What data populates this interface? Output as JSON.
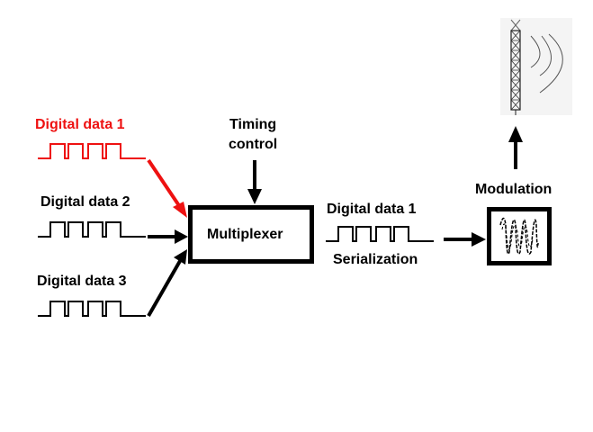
{
  "inputs": [
    {
      "label": "Digital data 1",
      "color": "#ee1111",
      "highlighted": true
    },
    {
      "label": "Digital data 2",
      "color": "#000000",
      "highlighted": false
    },
    {
      "label": "Digital data 3",
      "color": "#000000",
      "highlighted": false
    }
  ],
  "timing": {
    "line1": "Timing",
    "line2": "control"
  },
  "multiplexer": {
    "label": "Multiplexer"
  },
  "output": {
    "label": "Digital data 1",
    "caption": "Serialization"
  },
  "modulation": {
    "label": "Modulation"
  },
  "icons": {
    "modulator": "sine-wave-icon",
    "antenna": "antenna-tower-icon"
  }
}
